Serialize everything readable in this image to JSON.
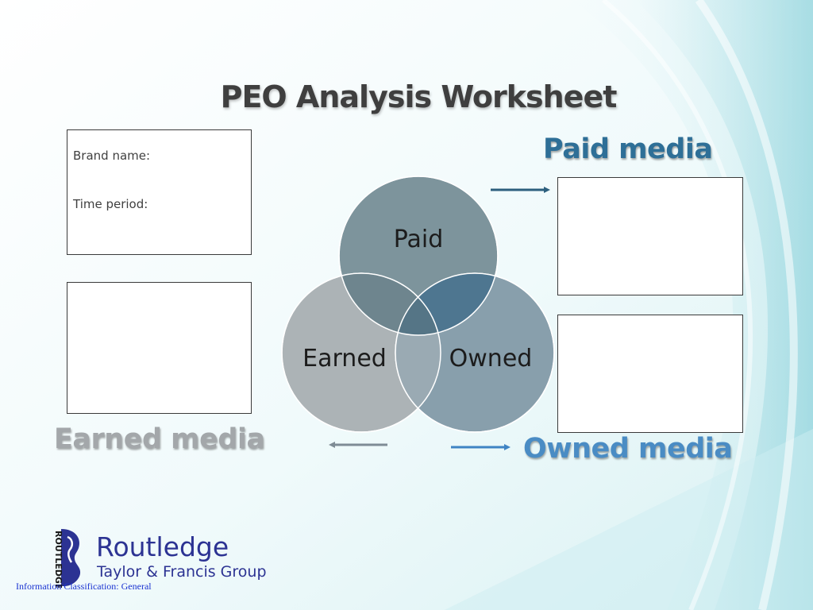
{
  "title": "PEO Analysis Worksheet",
  "info_box": {
    "brand_name_label": "Brand name:",
    "time_period_label": "Time period:"
  },
  "labels": {
    "paid_media": "Paid media",
    "earned_media": "Earned media",
    "owned_media": "Owned media"
  },
  "venn": {
    "paid": "Paid",
    "earned": "Earned",
    "owned": "Owned"
  },
  "colors": {
    "paid_media_label": "#2e6f97",
    "earned_media_label": "#a3a7aa",
    "owned_media_label": "#4a8cc4",
    "title": "#3f3f3f"
  },
  "logo": {
    "vertical_text": "ROUTLEDGE",
    "name": "Routledge",
    "group": "Taylor & Francis Group"
  },
  "footer": {
    "classification": "Information Classification: General"
  }
}
